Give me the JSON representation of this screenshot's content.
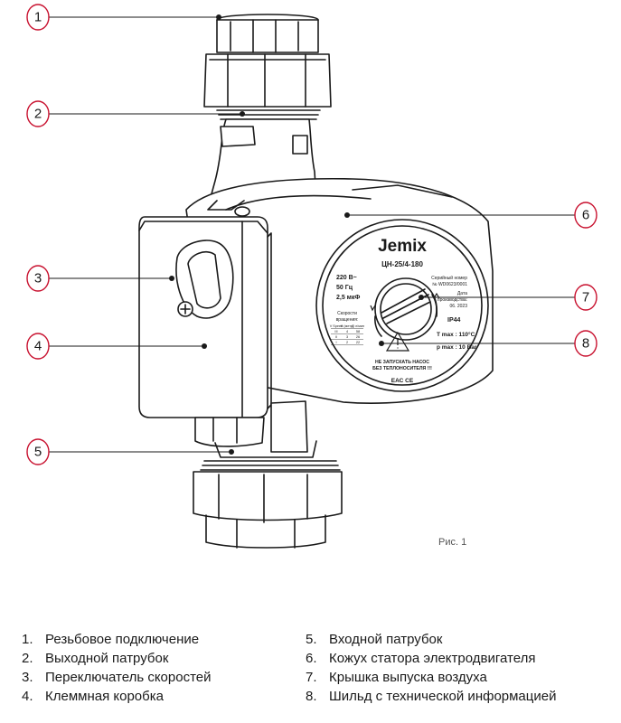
{
  "callouts": [
    "1",
    "2",
    "3",
    "4",
    "5",
    "6",
    "7",
    "8"
  ],
  "plate": {
    "brand": "Jemix",
    "model": "ЦН-25/4-180",
    "voltage": "220 В~",
    "frequency": "50 Гц",
    "capacitance": "2,5 мкФ",
    "serial_label": "Серийный номер",
    "serial_value": "№ WD0623/0001",
    "date_label_1": "Дата",
    "date_label_2": "производства:",
    "date_value": "06. 2023",
    "ip": "IP44",
    "temp": "T max : 110°C",
    "pressure": "p max : 10 Bar",
    "speeds_title_1": "Скорости",
    "speeds_title_2": "вращения:",
    "speeds_headers": [
      "V Speed",
      "H (метр)",
      "Q л/мин"
    ],
    "speeds_rows": [
      [
        "III",
        "4",
        "58"
      ],
      [
        "II",
        "3",
        "26"
      ],
      [
        "I",
        "2",
        "22"
      ]
    ],
    "warning_1": "НЕ ЗАПУСКАТЬ НАСОС",
    "warning_2": "БЕЗ ТЕПЛОНОСИТЕЛЯ !!!",
    "marks": "ЕАС  CE"
  },
  "figure_caption": "Рис. 1",
  "legend": [
    {
      "num": "1.",
      "text": "Резьбовое подключение"
    },
    {
      "num": "2.",
      "text": "Выходной патрубок"
    },
    {
      "num": "3.",
      "text": "Переключатель скоростей"
    },
    {
      "num": "4.",
      "text": "Клеммная коробка"
    },
    {
      "num": "5.",
      "text": "Входной патрубок"
    },
    {
      "num": "6.",
      "text": "Кожух статора электродвигателя"
    },
    {
      "num": "7.",
      "text": "Крышка выпуска воздуха"
    },
    {
      "num": "8.",
      "text": "Шильд с технической информацией"
    }
  ],
  "colors": {
    "callout": "#c8102e",
    "line": "#1a1a1a"
  }
}
